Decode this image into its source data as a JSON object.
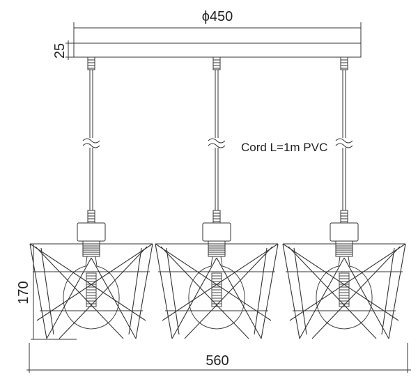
{
  "dimensions": {
    "canopy_diameter": "ϕ450",
    "canopy_height": "25",
    "shade_height": "170",
    "overall_width": "560"
  },
  "note": {
    "cord": "Cord L=1m PVC"
  }
}
